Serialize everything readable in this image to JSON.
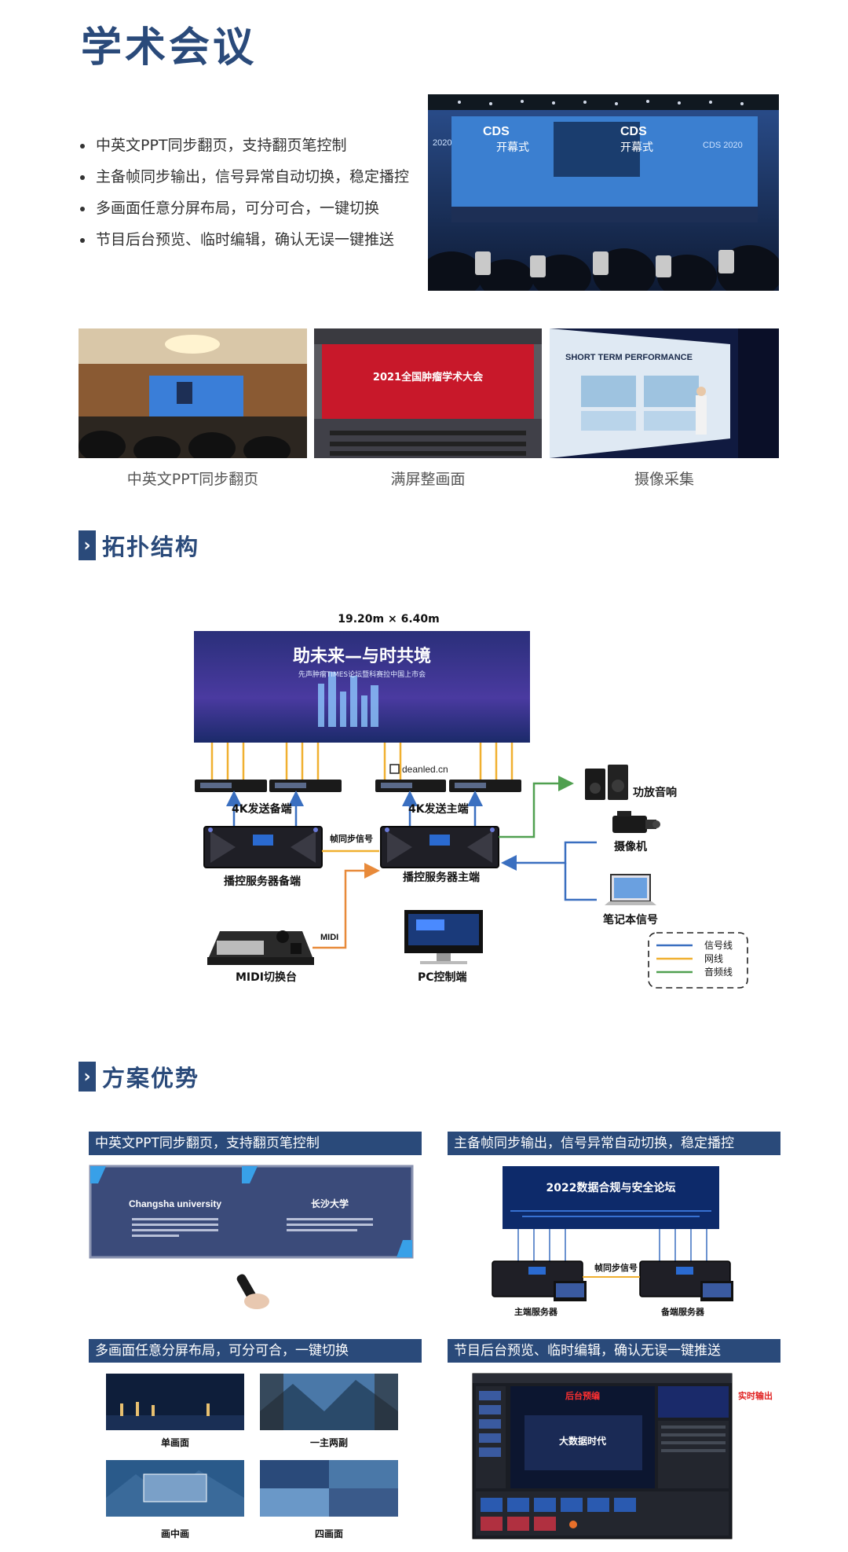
{
  "header": {
    "title": "学术会议"
  },
  "features": [
    "中英文PPT同步翻页，支持翻页笔控制",
    "主备帧同步输出，信号异常自动切换，稳定播控",
    "多画面任意分屏布局，可分可合，一键切换",
    "节目后台预览、临时编辑，确认无误一键推送"
  ],
  "hero_photo": {
    "logo_left": "CDS",
    "banner_left": "开幕式",
    "logo_right": "CDS",
    "banner_right": "开幕式",
    "year_left": "2020",
    "year_right": "CDS 2020"
  },
  "gallery": [
    {
      "caption": "中英文PPT同步翻页"
    },
    {
      "caption": "满屏整画面",
      "screen_text": "2021全国肿瘤学术大会"
    },
    {
      "caption": "摄像采集",
      "screen_text": "SHORT TERM PERFORMANCE"
    }
  ],
  "topology": {
    "section_title": "拓扑结构",
    "screen_size": "19.20m × 6.40m",
    "screen_title": "助未来—与时共境",
    "screen_subtitle": "先声肿瘤TIMES论坛暨科赛拉中国上市会",
    "watermark": "deanled.cn",
    "labels": {
      "sender_backup": "4K发送备端",
      "sender_main": "4K发送主端",
      "frame_sync": "帧同步信号",
      "server_backup": "播控服务器备端",
      "server_main": "播控服务器主端",
      "speaker": "功放音响",
      "camera": "摄像机",
      "laptop": "笔记本信号",
      "midi": "MIDI",
      "midi_console": "MIDI切换台",
      "pc": "PC控制端"
    },
    "legend": [
      {
        "label": "信号线",
        "color": "#3a6fc0"
      },
      {
        "label": "网线",
        "color": "#f0b030"
      },
      {
        "label": "音频线",
        "color": "#50a050"
      }
    ]
  },
  "advantages": {
    "section_title": "方案优势",
    "panels": [
      {
        "heading": "中英文PPT同步翻页，支持翻页笔控制",
        "text_en": "Changsha university",
        "text_cn": "长沙大学"
      },
      {
        "heading": "主备帧同步输出，信号异常自动切换，稳定播控",
        "screen": "2022数据合规与安全论坛",
        "frame_sync": "帧同步信号",
        "main": "主端服务器",
        "backup": "备端服务器"
      },
      {
        "heading": "多画面任意分屏布局，可分可合，一键切换",
        "layouts": [
          "单画面",
          "一主两副",
          "画中画",
          "四画面"
        ]
      },
      {
        "heading": "节目后台预览、临时编辑，确认无误一键推送",
        "preview_label": "后台预编",
        "output_label": "实时输出",
        "program_title": "大数据时代"
      }
    ]
  }
}
